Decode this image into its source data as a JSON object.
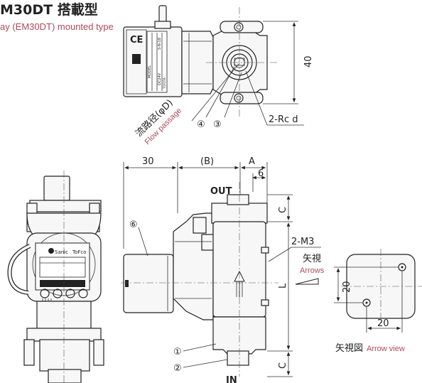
{
  "header": {
    "title": "M30DT 搭載型",
    "subtitle": "ay (EM30DT) mounted type"
  },
  "top_view": {
    "flow_passage_jp": "流路径(φD)",
    "flow_passage_en": "Flow passage",
    "callout_4": "④",
    "callout_3": "③",
    "port_label": "2-Rc d",
    "dim_height": "40",
    "nameplate": {
      "line1": "S-N-18",
      "line2": "MODEL",
      "line3": "DC24V",
      "line4": "TOYOTA"
    }
  },
  "front_view": {
    "dim_30": "30",
    "dim_b": "(B)",
    "dim_a": "A",
    "dim_6": "6",
    "out_label": "OUT",
    "in_label": "IN",
    "dim_c_top": "C",
    "dim_c_bottom": "C",
    "dim_l": "L",
    "thread_label": "2-M3",
    "arrow_jp": "矢視",
    "arrow_en": "Arrows",
    "callout_6": "⑥",
    "callout_1": "①",
    "callout_2": "②"
  },
  "side_view": {
    "logo_text": "Sanic",
    "logo_text2": "ToFco"
  },
  "arrow_view": {
    "dim_h": "20",
    "dim_w": "20",
    "caption_jp": "矢視図",
    "caption_en": "Arrow view"
  }
}
